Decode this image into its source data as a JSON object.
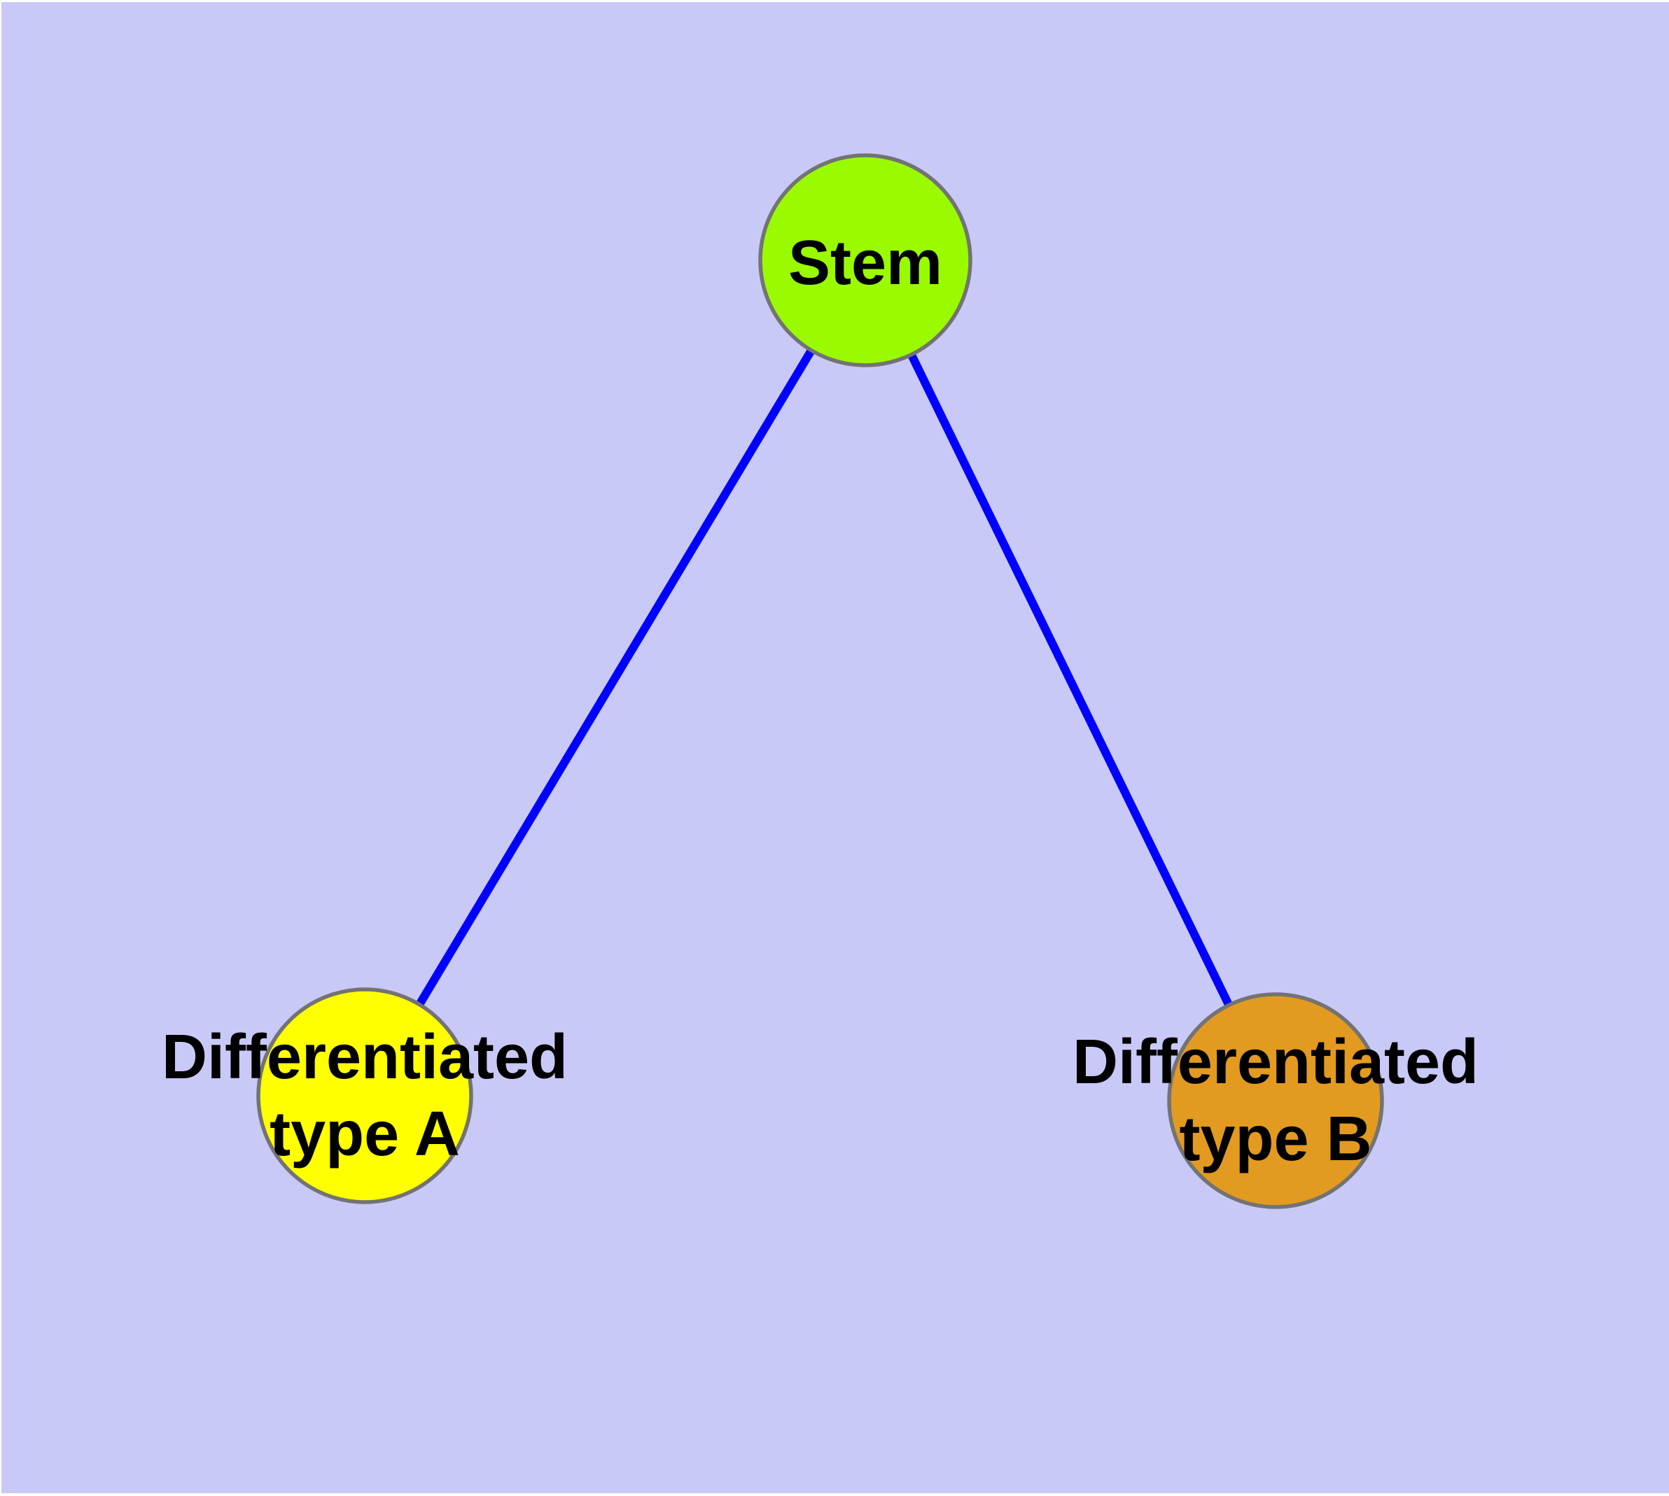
{
  "diagram": {
    "type": "graph",
    "description": "Cell differentiation tree: a stem node connected to two differentiated cell type nodes",
    "background_color": "#C9C9F8",
    "frame_color": "#FFFFFF",
    "edge_color": "#0000FF",
    "node_border_color": "#737373",
    "label_color": "#000000",
    "nodes": [
      {
        "id": "stem",
        "label_lines": [
          "Stem"
        ],
        "fill": "#9AFB00"
      },
      {
        "id": "differentiated-type-a",
        "label_lines": [
          "Differentiated",
          "type A"
        ],
        "fill": "#FFFF00"
      },
      {
        "id": "differentiated-type-b",
        "label_lines": [
          "Differentiated",
          "type B"
        ],
        "fill": "#E29A20"
      }
    ],
    "edges": [
      {
        "from": "stem",
        "to": "differentiated-type-a"
      },
      {
        "from": "stem",
        "to": "differentiated-type-b"
      }
    ]
  }
}
